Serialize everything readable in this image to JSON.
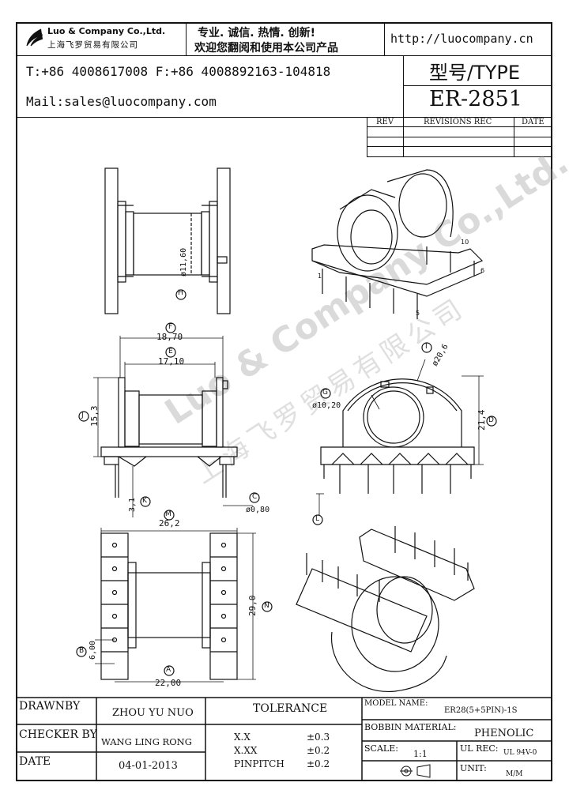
{
  "header": {
    "company_en": "Luo & Company Co.,Ltd.",
    "company_cn": "上海飞罗贸易有限公司",
    "slogan_line1": "专业. 诚信.  热情.  创新!",
    "slogan_line2": "欢迎您翻阅和使用本公司产品",
    "website": "http://luocompany.cn",
    "phone_fax": "T:+86 4008617008 F:+86 4008892163-104818",
    "mail": "Mail:sales@luocompany.com",
    "type_label": "型号/TYPE",
    "type_value": "ER-2851"
  },
  "revisions": {
    "col_rev": "REV",
    "col_revisions": "REVISIONS REC",
    "col_date": "DATE"
  },
  "dimensions": {
    "d_h": "ø11,60",
    "d_f": "18,70",
    "d_e": "17,10",
    "d_j": "15,3",
    "d_k": "3,1",
    "d_c": "ø0,80",
    "d_i": "ø20,6",
    "d_g": "ø10,20",
    "d_d": "21,4",
    "d_m": "26,2",
    "d_n": "29,0",
    "d_b": "6,00",
    "d_a": "22,00"
  },
  "callouts": {
    "h": "H",
    "f": "F",
    "e": "E",
    "j": "J",
    "k": "K",
    "c": "C",
    "i": "I",
    "g": "G",
    "d": "D",
    "l": "L",
    "m": "M",
    "n": "N",
    "b": "B",
    "a": "A"
  },
  "pin_labels": {
    "p1": "1",
    "p5": "5",
    "p6": "6",
    "p10": "10"
  },
  "watermark": {
    "text_en": "Luo & Company Co.,Ltd.",
    "text_cn": "上海飞罗贸易有限公司"
  },
  "title_block": {
    "drawnby_label": "DRAWNBY",
    "drawnby_value": "ZHOU YU NUO",
    "checker_label": "CHECKER BY",
    "checker_value": "WANG LING RONG",
    "date_label": "DATE",
    "date_value": "04-01-2013",
    "tolerance_label": "TOLERANCE",
    "tol_x": "X.X",
    "tol_x_val": "±0.3",
    "tol_xx": "X.XX",
    "tol_xx_val": "±0.2",
    "tol_pin": "PINPITCH",
    "tol_pin_val": "±0.2",
    "model_label": "MODEL NAME:",
    "model_value": "ER28(5+5PIN)-1S",
    "bobbin_label": "BOBBIN MATERIAL:",
    "bobbin_value": "PHENOLIC",
    "scale_label": "SCALE:",
    "scale_value": "1:1",
    "ul_label": "UL REC:",
    "ul_value": "UL 94V-0",
    "unit_label": "UNIT:",
    "unit_value": "M/M"
  }
}
